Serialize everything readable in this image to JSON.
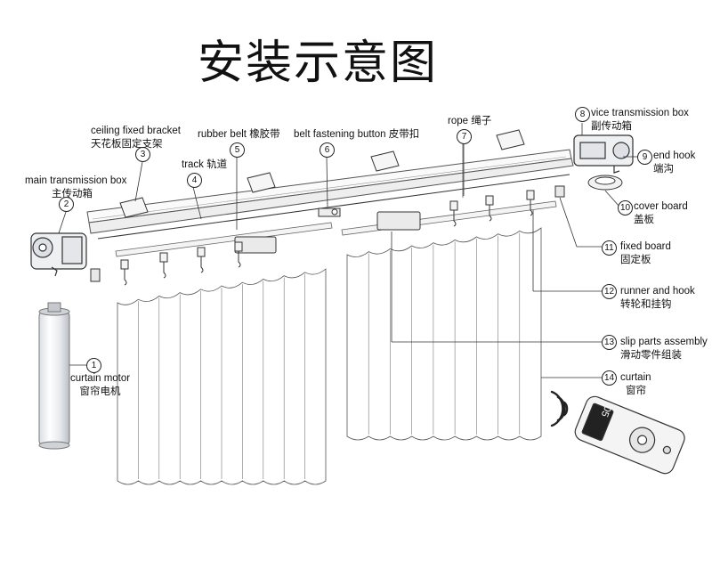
{
  "title": "安装示意图",
  "components": [
    {
      "number": "1",
      "en": "curtain motor",
      "zh": "窗帘电机"
    },
    {
      "number": "2",
      "en": "main transmission box",
      "zh": "主传动箱"
    },
    {
      "number": "3",
      "en": "ceiling fixed bracket",
      "zh": "天花板固定支架"
    },
    {
      "number": "4",
      "en": "track",
      "zh": "轨道"
    },
    {
      "number": "5",
      "en": "rubber belt",
      "zh": "橡胶带"
    },
    {
      "number": "6",
      "en": "belt fastening button",
      "zh": "皮带扣"
    },
    {
      "number": "7",
      "en": "rope",
      "zh": "绳子"
    },
    {
      "number": "8",
      "en": "vice transmission box",
      "zh": "副传动箱"
    },
    {
      "number": "9",
      "en": "end hook",
      "zh": "端沟"
    },
    {
      "number": "10",
      "en": "cover board",
      "zh": "盖板"
    },
    {
      "number": "11",
      "en": "fixed board",
      "zh": "固定板"
    },
    {
      "number": "12",
      "en": "runner and hook",
      "zh": "转轮和挂钩"
    },
    {
      "number": "13",
      "en": "slip parts assembly",
      "zh": "滑动零件组装"
    },
    {
      "number": "14",
      "en": "curtain",
      "zh": "窗帘"
    }
  ],
  "remote": {
    "display": "05"
  }
}
